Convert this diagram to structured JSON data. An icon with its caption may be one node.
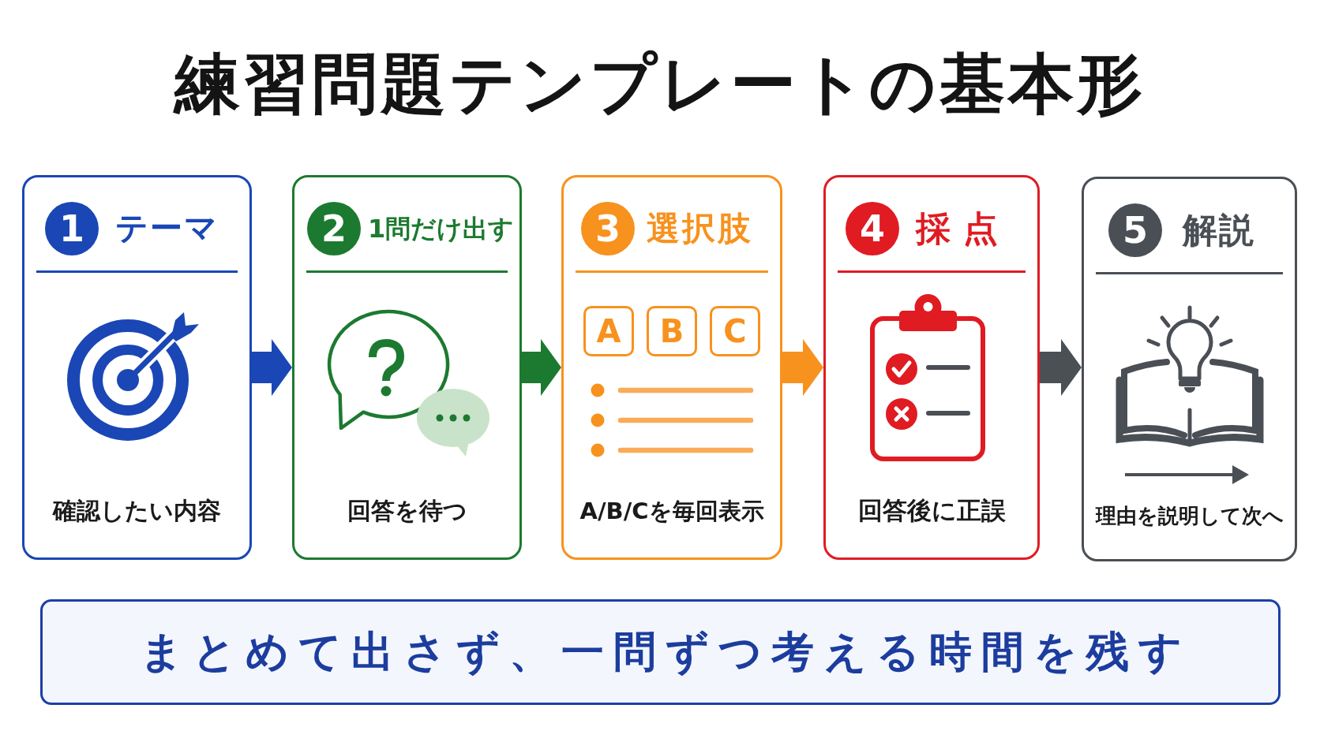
{
  "diagram": {
    "title": "練習問題テンプレートの基本形",
    "nodes": [
      {
        "text": [
          "テーマ",
          "確認したい内容"
        ]
      },
      {
        "text": [
          "1"
        ],
        "in": 0
      },
      {
        "text": [
          "1問だけ出す",
          "回答を待つ"
        ]
      },
      {
        "text": [
          "2"
        ],
        "in": 2
      },
      {
        "text": [
          "選択肢",
          "A/B/Cを毎回表示"
        ]
      },
      {
        "text": [
          "3"
        ],
        "in": 4
      },
      {
        "text": [
          "A"
        ],
        "in": 4
      },
      {
        "text": [
          "B"
        ],
        "in": 4
      },
      {
        "text": [
          "C"
        ],
        "in": 4
      },
      {
        "text": [
          "採点",
          "回答後に正誤"
        ]
      },
      {
        "text": [
          "4"
        ],
        "in": 9
      },
      {
        "text": [
          "解説",
          "理由を説明して次へ"
        ]
      },
      {
        "text": [
          "5"
        ],
        "in": 11
      },
      {
        "text": [
          "まとめて出さず、一問ずつ考える時間を残す"
        ]
      }
    ],
    "edges": [
      {
        "from": 0,
        "to": 2,
        "arrow": "to",
        "color": "#1a47b5"
      },
      {
        "from": 2,
        "to": 4,
        "arrow": "to",
        "color": "#1c7a30"
      },
      {
        "from": 4,
        "to": 9,
        "arrow": "to",
        "color": "#f7921e"
      },
      {
        "from": 9,
        "to": 11,
        "arrow": "to",
        "color": "#4b5055"
      }
    ]
  }
}
